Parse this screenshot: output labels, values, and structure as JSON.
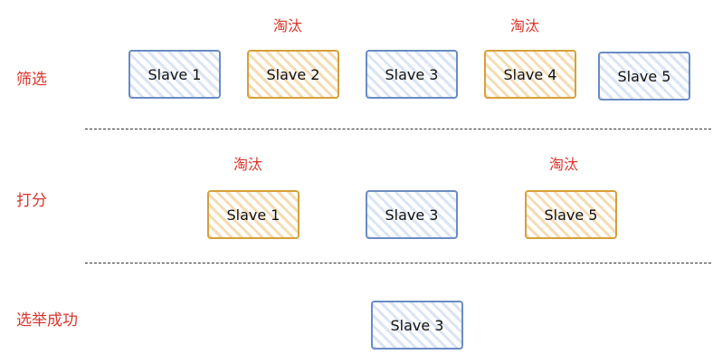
{
  "colors": {
    "label_red": "#d9362b",
    "kept_border": "#6a8cc4",
    "kept_fill": "#dae4f4",
    "eliminated_border": "#d6a039",
    "eliminated_fill": "#f5dcb4"
  },
  "stages": [
    {
      "label": "筛选",
      "nodes": [
        {
          "label": "Slave 1",
          "status": "kept"
        },
        {
          "label": "Slave 2",
          "status": "eliminated",
          "note": "淘汰"
        },
        {
          "label": "Slave 3",
          "status": "kept"
        },
        {
          "label": "Slave 4",
          "status": "eliminated",
          "note": "淘汰"
        },
        {
          "label": "Slave 5",
          "status": "kept"
        }
      ]
    },
    {
      "label": "打分",
      "nodes": [
        {
          "label": "Slave 1",
          "status": "eliminated",
          "note": "淘汰"
        },
        {
          "label": "Slave 3",
          "status": "kept"
        },
        {
          "label": "Slave 5",
          "status": "eliminated",
          "note": "淘汰"
        }
      ]
    },
    {
      "label": "选举成功",
      "nodes": [
        {
          "label": "Slave 3",
          "status": "kept"
        }
      ]
    }
  ]
}
